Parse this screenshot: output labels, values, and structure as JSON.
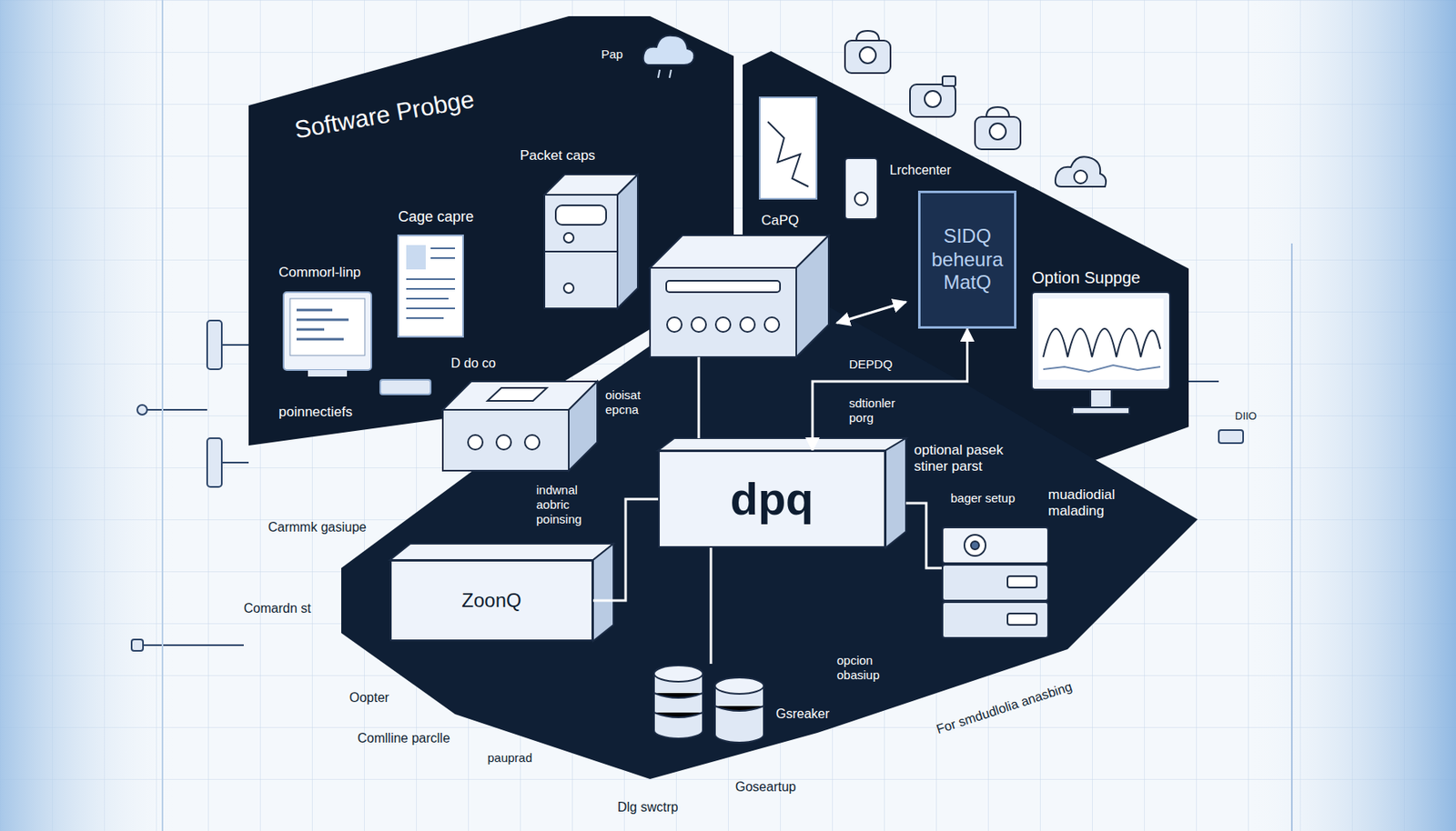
{
  "diagram": {
    "title": "Software Probge",
    "nodes": [
      {
        "text": [
          "SIDQ beheura MatQ"
        ]
      },
      {
        "text": [
          "dpq"
        ]
      },
      {
        "text": [
          "ZoonQ"
        ]
      }
    ],
    "edges": [
      {
        "from": 2,
        "to": 1,
        "arrow": "none"
      },
      {
        "from": 1,
        "to": 0,
        "arrow": "both"
      }
    ],
    "labels": [
      "Pap",
      "Packet caps",
      "Cage capre",
      "Commorl-linp",
      "CaPQ",
      "Lrchcenter",
      "Option Suppge",
      "D do co",
      "DEPDQ",
      "poinnectiefs",
      "oioisat epcna",
      "sdtionler porg",
      "optional pasek stiner parst",
      "indwnal aobric poinsing",
      "bager setup",
      "muadiodial malading",
      "Carmmk gasiupe",
      "Comardn st",
      "Oopter",
      "Comlline parclle",
      "pauprad",
      "opcion obasiup",
      "Gsreaker",
      "For smdudlolia anasbing",
      "Dlg swctrp",
      "Goseartup",
      "DIIO"
    ]
  }
}
